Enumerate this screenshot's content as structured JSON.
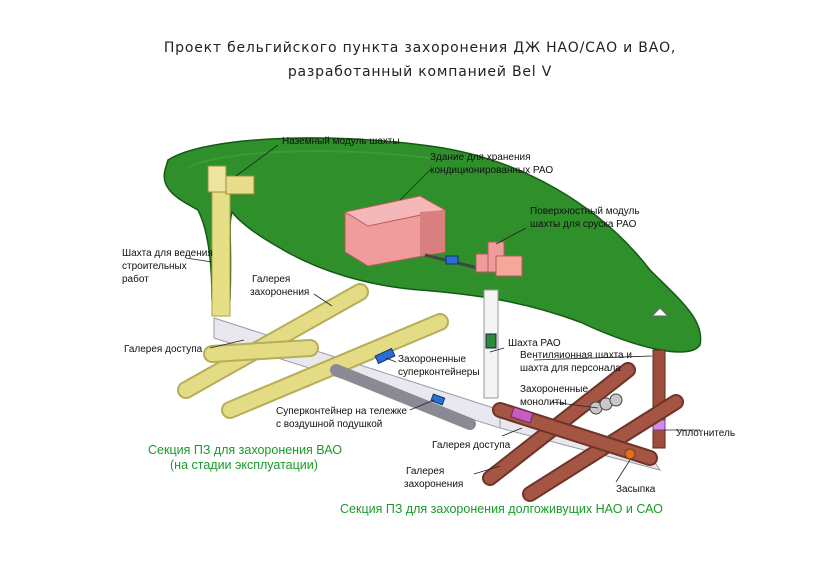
{
  "title": {
    "line1": "Проект бельгийского пункта захоронения ДЖ НАО/САО и ВАО,",
    "line2": "разработанный компанией Bel V"
  },
  "labels": {
    "ground_module": "Наземный модуль шахты",
    "storage_building_1": "Здание для хранения",
    "storage_building_2": "кондиционированных РАО",
    "surface_module_1": "Поверхностный модуль",
    "surface_module_2": "шахты для сруска РАО",
    "construction_shaft_1": "Шахта для ведения",
    "construction_shaft_2": "строительных",
    "construction_shaft_3": "работ",
    "disposal_gallery_1": "Галерея",
    "disposal_gallery_2": "захоронения",
    "access_gallery_left": "Галерея доступа",
    "waste_shaft": "Шахта РАО",
    "buried_supercontainers_1": "Захороненные",
    "buried_supercontainers_2": "суперконтейнеры",
    "ventilation_shaft_1": "Вентиляионная шахта и",
    "ventilation_shaft_2": "шахта для персонала",
    "buried_monoliths_1": "Захороненные",
    "buried_monoliths_2": "монолиты",
    "supercontainer_trolley_1": "Суперконтейнер на тележке",
    "supercontainer_trolley_2": "с воздушной подушкой",
    "seal": "Уплотнитель",
    "access_gallery_right": "Галерея доступа",
    "disposal_gallery_r1": "Галерея",
    "disposal_gallery_r2": "захоронения",
    "backfill": "Засыпка",
    "section_hlw_1": "Секция ПЗ для захоронения ВАО",
    "section_hlw_2": "(на стадии эксплуатации)",
    "section_ilw": "Секция ПЗ для захоронения долгоживущих НАО и САО"
  }
}
